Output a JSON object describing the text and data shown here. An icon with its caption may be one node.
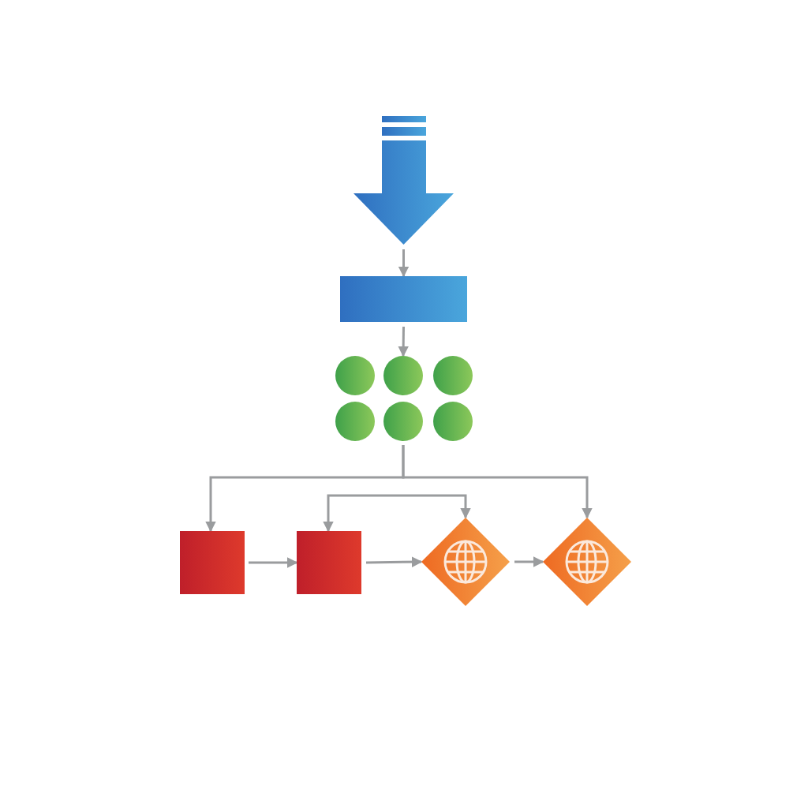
{
  "diagram": {
    "nodes": [
      {
        "text": [],
        "shape": "arrow"
      },
      {
        "text": [],
        "shape": "box"
      },
      {
        "text": [],
        "shape": "circle"
      },
      {
        "text": [],
        "shape": "circle"
      },
      {
        "text": [],
        "shape": "circle"
      },
      {
        "text": [],
        "shape": "circle"
      },
      {
        "text": [],
        "shape": "circle"
      },
      {
        "text": [],
        "shape": "circle"
      },
      {
        "text": [],
        "shape": "box"
      },
      {
        "text": [],
        "shape": "box"
      },
      {
        "text": [],
        "shape": "diamond"
      },
      {
        "text": [],
        "shape": "diamond"
      }
    ],
    "edges": [
      {
        "from": 0,
        "to": 1,
        "arrow": "to"
      },
      {
        "from": 1,
        "to": 3,
        "arrow": "to"
      },
      {
        "from": 6,
        "to": 8,
        "arrow": "to"
      },
      {
        "from": 6,
        "to": 11,
        "arrow": "to"
      },
      {
        "from": 9,
        "to": 10,
        "arrow": "both"
      },
      {
        "from": 8,
        "to": 9,
        "arrow": "to"
      },
      {
        "from": 9,
        "to": 10,
        "arrow": "to"
      },
      {
        "from": 10,
        "to": 11,
        "arrow": "to"
      }
    ]
  }
}
